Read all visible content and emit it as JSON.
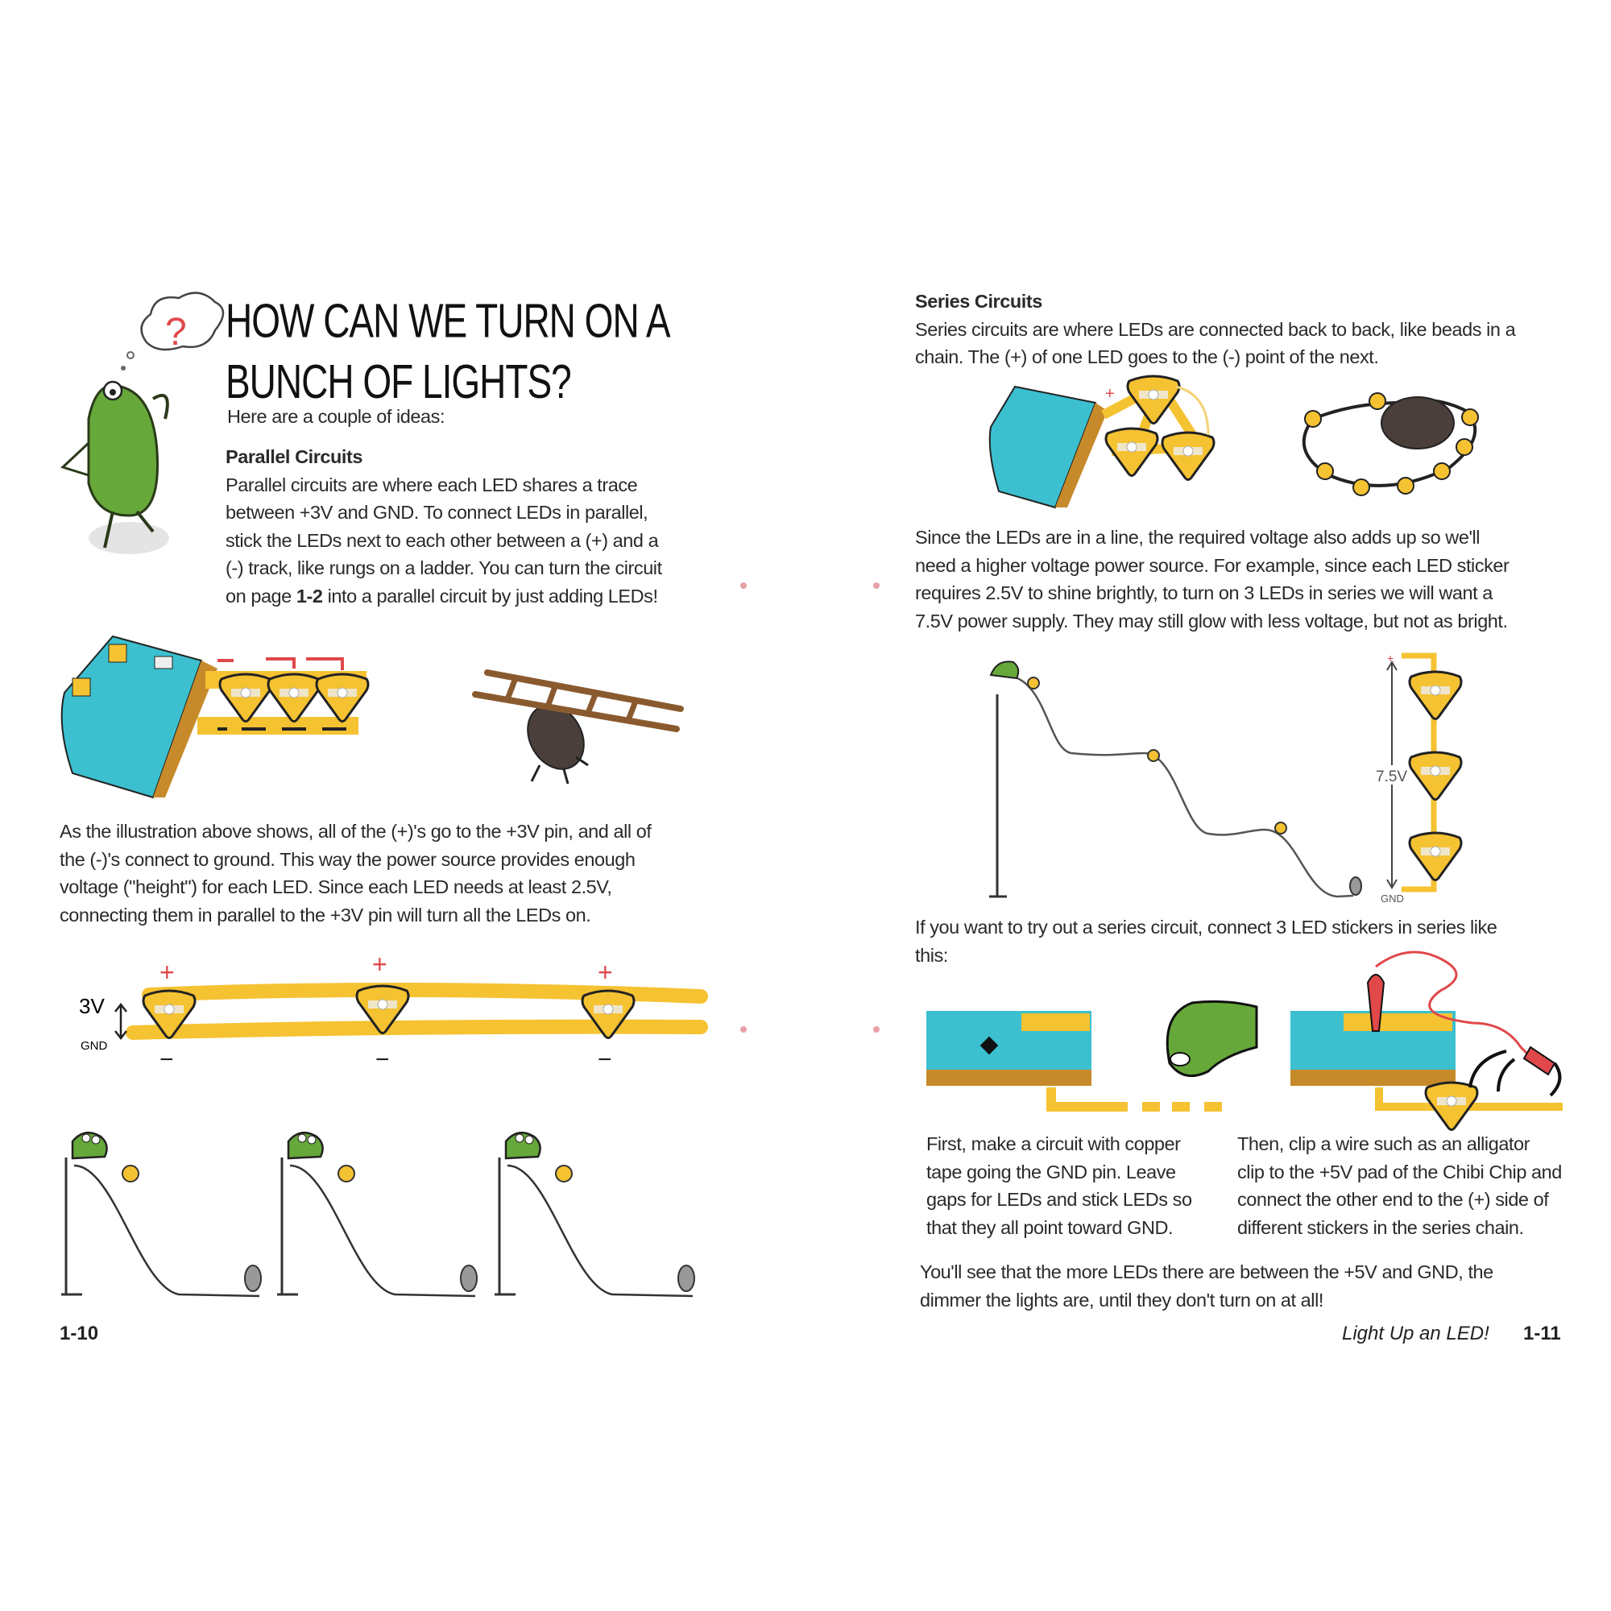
{
  "left_page": {
    "title_lines": [
      "HOW CAN WE TURN ON A",
      "BUNCH OF LIGHTS?"
    ],
    "intro": "Here are a couple of ideas:",
    "parallel_heading": "Parallel Circuits",
    "parallel_body": [
      "Parallel circuits are where each LED shares a trace",
      "between +3V and GND. To connect LEDs in parallel,",
      "stick the LEDs next to each other between a (+) and a",
      "(-) track, like rungs on a ladder. You can turn the circuit"
    ],
    "parallel_last_pre": "on page ",
    "parallel_last_bold": "1-2",
    "parallel_last_post": " into a parallel circuit by just adding LEDs!",
    "explanation": [
      "As the illustration above shows, all of the (+)'s go to the +3V pin, and all of",
      "the (-)'s connect to ground. This way the power source provides enough",
      "voltage (\"height\") for each LED. Since each LED needs at least 2.5V,",
      "connecting them in parallel to the +3V pin will turn all the LEDs on."
    ],
    "diagram_labels": {
      "voltage": "3V",
      "ground": "GND",
      "plus": "+",
      "minus": "−",
      "thought": "?"
    },
    "page_number": "1-10"
  },
  "right_page": {
    "series_heading": "Series Circuits",
    "series_body": [
      "Series circuits are where LEDs are connected back to back, like beads in a",
      "chain. The (+) of one LED goes to the (-) point of the next."
    ],
    "voltage_body": [
      "Since the LEDs are in a line, the required voltage also adds up so we'll",
      "need a higher voltage power source. For example, since each LED sticker",
      "requires 2.5V to shine brightly, to turn on 3 LEDs in series we will want a",
      "7.5V power supply. They may still glow with less voltage, but not as bright."
    ],
    "diagram_labels": {
      "voltage": "7.5V",
      "ground": "GND"
    },
    "try_body": [
      "If you want to try out a series circuit, connect 3 LED stickers in series like",
      "this:"
    ],
    "step1": [
      "First, make a circuit with copper",
      "tape going the GND pin. Leave",
      "gaps for LEDs and stick LEDs so",
      "that they all point toward GND."
    ],
    "step2": [
      "Then, clip a wire such as an alligator",
      "clip to the +5V pad of the Chibi Chip and",
      "connect the other end to the (+) side of",
      "different stickers in the series chain."
    ],
    "conclusion": [
      "You'll see that the more LEDs there are between the +5V and GND, the",
      "dimmer the lights are, until they don't turn on at all!"
    ],
    "chapter_title": "Light Up an LED!",
    "page_number": "1-11"
  },
  "colors": {
    "copper": "#f5c232",
    "chip": "#3cc0cf",
    "frog": "#66a83a",
    "bug": "#4a3f3a",
    "red": "#e0484a",
    "ladder": "#8a5a2f"
  },
  "icons": [
    "frog-thinking-icon",
    "thought-bubble-icon",
    "chibi-chip-icon",
    "led-sticker-icon",
    "bug-ladder-icon",
    "bug-bead-chain-icon",
    "hill-diagram-icon",
    "hand-icon",
    "alligator-clip-icon"
  ]
}
